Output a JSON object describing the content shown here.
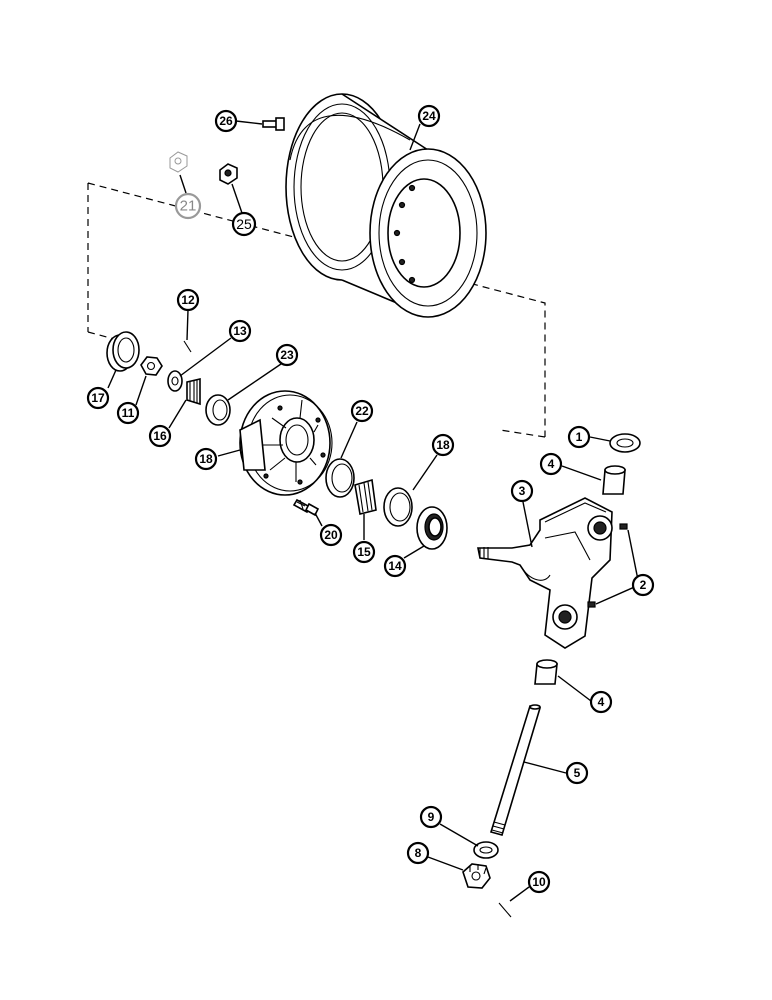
{
  "callouts": {
    "c1": "1",
    "c2": "2",
    "c3": "3",
    "c4a": "4",
    "c4b": "4",
    "c5": "5",
    "c8": "8",
    "c9": "9",
    "c10": "10",
    "c11": "11",
    "c12": "12",
    "c13": "13",
    "c14": "14",
    "c15": "15",
    "c16": "16",
    "c17": "17",
    "c18a": "18",
    "c18b": "18",
    "c20": "20",
    "c21": "21",
    "c22": "22",
    "c23": "23",
    "c24": "24",
    "c25": "25",
    "c26": "26"
  },
  "colors": {
    "line": "#000000",
    "ghost": "#999999",
    "background": "#ffffff"
  }
}
